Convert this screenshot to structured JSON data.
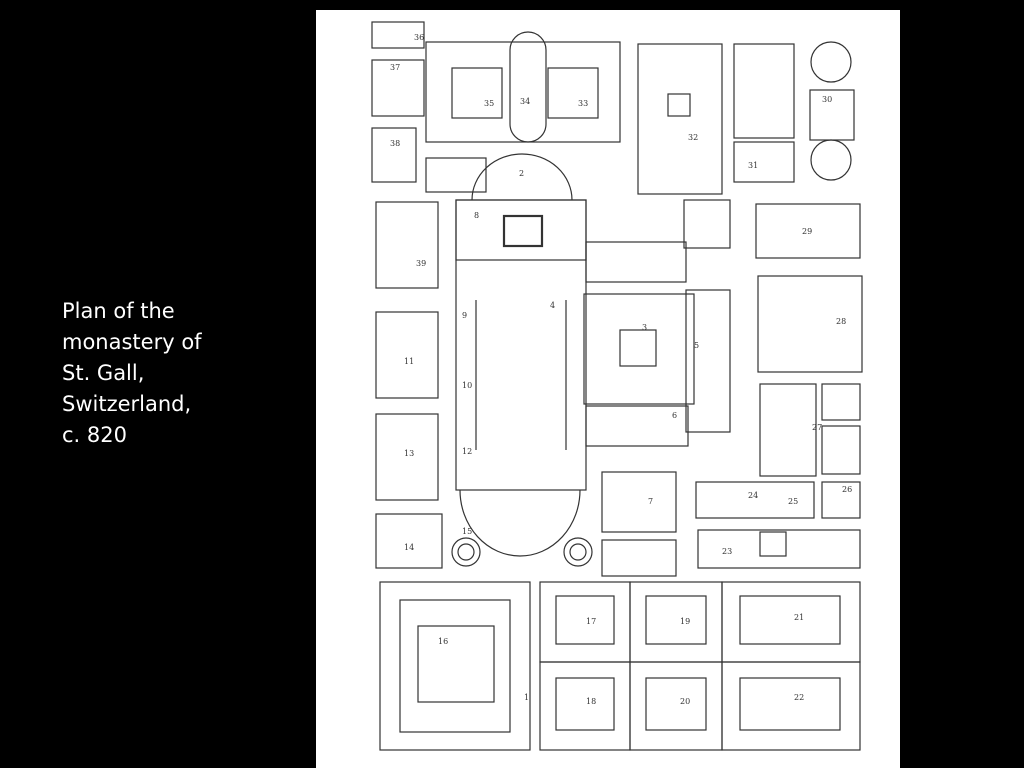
{
  "slide": {
    "background": "#000000",
    "caption_lines": [
      "Plan of the",
      "monastery of",
      "St. Gall,",
      "Switzerland,",
      "c. 820"
    ],
    "caption_color": "#ffffff"
  },
  "plan": {
    "ink_color": "#333333",
    "paper_color": "#ffffff",
    "labels": [
      "36",
      "37",
      "35",
      "34",
      "33",
      "32",
      "30",
      "31",
      "38",
      "2",
      "8",
      "29",
      "39",
      "9",
      "4",
      "3",
      "28",
      "11",
      "5",
      "10",
      "6",
      "27",
      "13",
      "12",
      "7",
      "24",
      "25",
      "26",
      "15",
      "14",
      "23",
      "16",
      "17",
      "19",
      "21",
      "18",
      "20",
      "22",
      "1"
    ]
  }
}
